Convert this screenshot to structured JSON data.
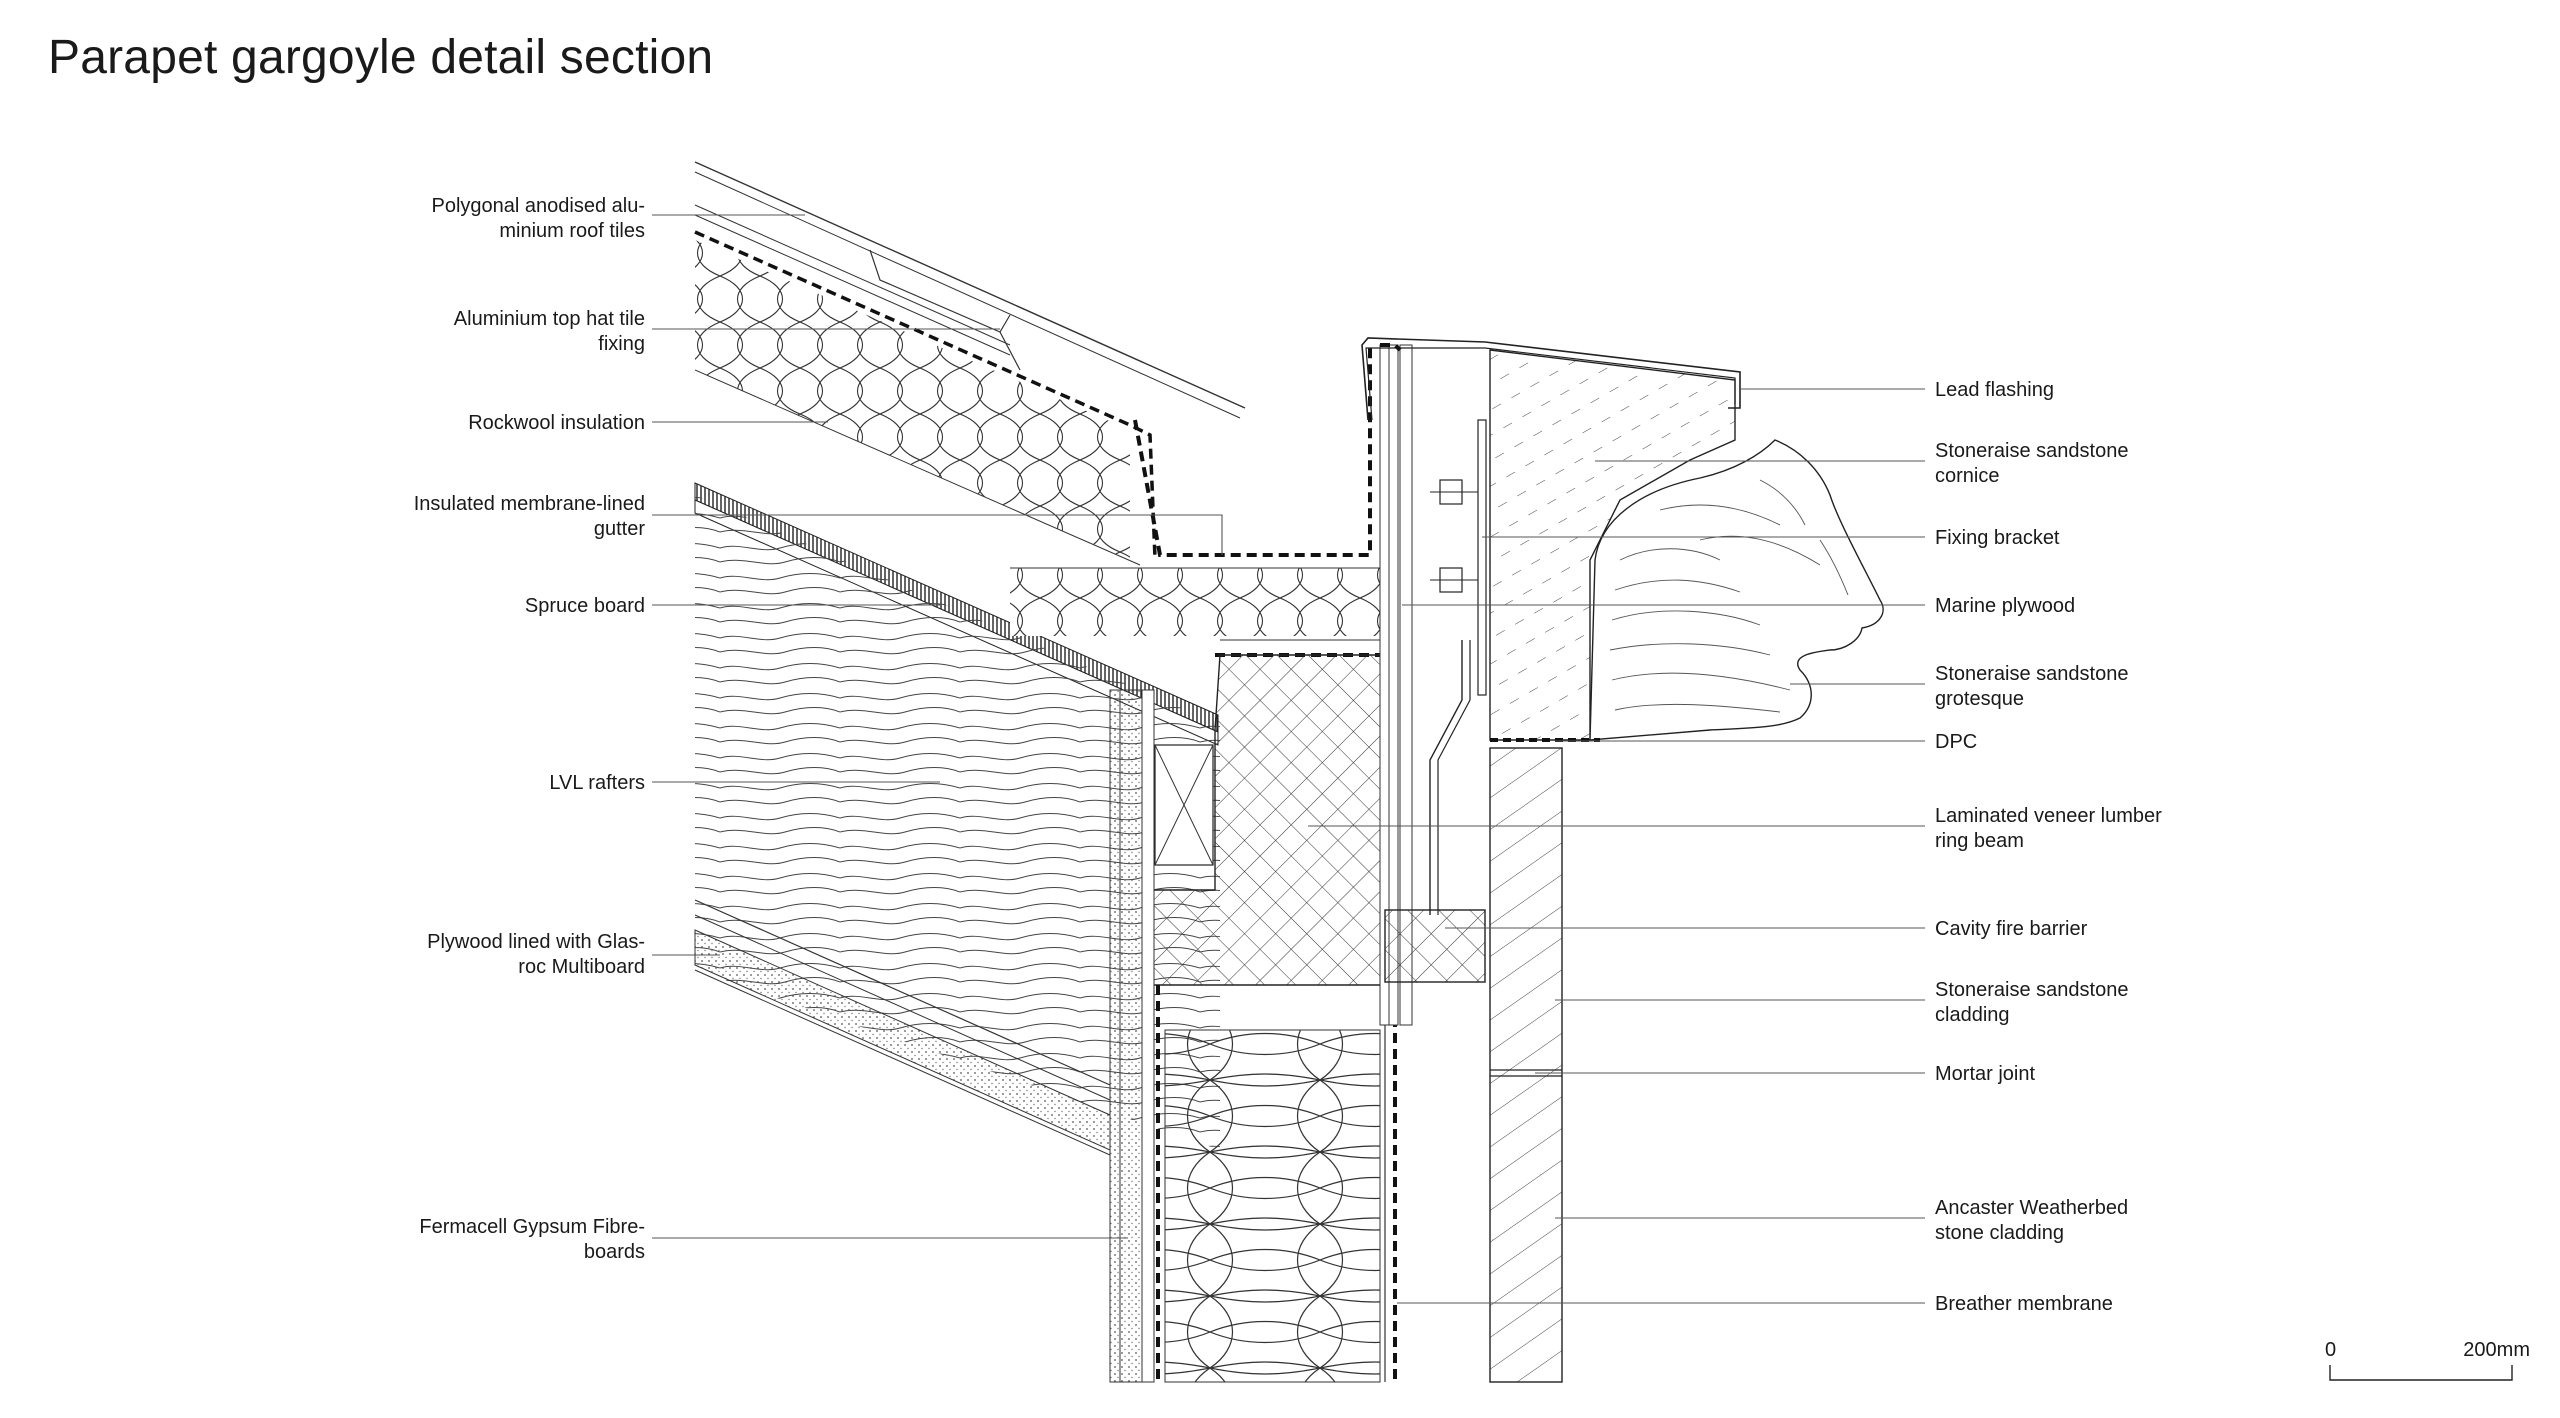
{
  "title": "Parapet gargoyle detail section",
  "labels_left": [
    {
      "lines": [
        "Polygonal anodised alu-",
        "minium roof tiles"
      ]
    },
    {
      "lines": [
        "Aluminium top hat tile",
        "fixing"
      ]
    },
    {
      "lines": [
        "Rockwool insulation"
      ]
    },
    {
      "lines": [
        "Insulated membrane-lined",
        "gutter"
      ]
    },
    {
      "lines": [
        "Spruce board"
      ]
    },
    {
      "lines": [
        "LVL rafters"
      ]
    },
    {
      "lines": [
        "Plywood lined with Glas-",
        "roc Multiboard"
      ]
    },
    {
      "lines": [
        "Fermacell Gypsum Fibre-",
        "boards"
      ]
    }
  ],
  "labels_right": [
    {
      "lines": [
        "Lead flashing"
      ]
    },
    {
      "lines": [
        "Stoneraise sandstone",
        "cornice"
      ]
    },
    {
      "lines": [
        "Fixing bracket"
      ]
    },
    {
      "lines": [
        "Marine plywood"
      ]
    },
    {
      "lines": [
        "Stoneraise sandstone",
        "grotesque"
      ]
    },
    {
      "lines": [
        "DPC"
      ]
    },
    {
      "lines": [
        "Laminated veneer lumber",
        "ring beam"
      ]
    },
    {
      "lines": [
        "Cavity fire barrier"
      ]
    },
    {
      "lines": [
        "Stoneraise sandstone",
        "cladding"
      ]
    },
    {
      "lines": [
        "Mortar joint"
      ]
    },
    {
      "lines": [
        "Ancaster Weatherbed",
        "stone cladding"
      ]
    },
    {
      "lines": [
        "Breather membrane"
      ]
    }
  ],
  "scale_bar": {
    "start_label": "0",
    "end_label": "200mm"
  }
}
